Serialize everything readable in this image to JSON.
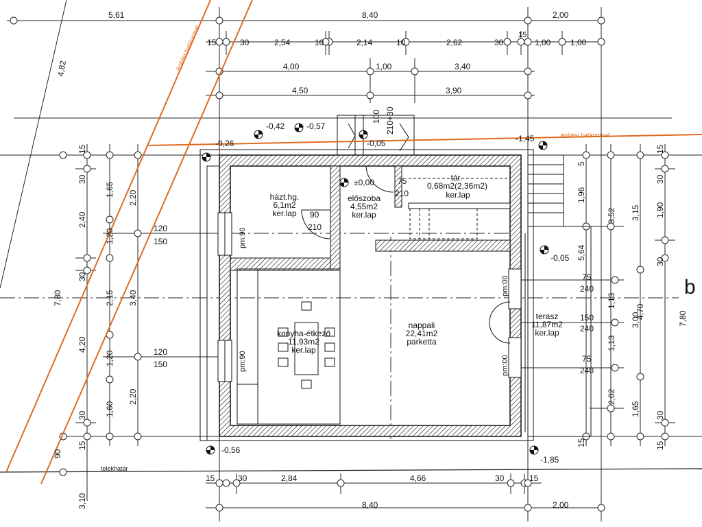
{
  "plan": {
    "top_row1": [
      "5,61",
      "8,40",
      "2,00"
    ],
    "top_row2": [
      "15",
      "30",
      "2,54",
      "10",
      "2,14",
      "10",
      "2,62",
      "30",
      "15",
      "1,00",
      "1,00"
    ],
    "top_row3": [
      "4,00",
      "1,00",
      "3,40"
    ],
    "top_row4": [
      "4,50",
      "3,90"
    ],
    "bottom_row1": [
      "15",
      "30",
      "2,84",
      "4,66",
      "30",
      "15"
    ],
    "bottom_row2": [
      "8,40",
      "2,00"
    ],
    "left_col1": [
      "15",
      "30",
      "2,40",
      "30",
      "4,20",
      "30",
      "15",
      "90",
      "3,10"
    ],
    "left_col2": [
      "1,65",
      "1,20",
      "2,15",
      "1,20",
      "1,60"
    ],
    "left_col3": [
      "2,20",
      "3,40",
      "2,20"
    ],
    "left_col4": [
      "7,80"
    ],
    "left_diag": "4,82",
    "right_col1": [
      "75",
      "240",
      "150",
      "240",
      "75",
      "240"
    ],
    "right_col2": [
      "5",
      "1,96",
      "5,64",
      "1,13",
      "1,13",
      "2,02",
      "15"
    ],
    "right_col3": [
      "3,52",
      "3,00",
      "4,70"
    ],
    "right_col4": [
      "3,15",
      "1,65"
    ],
    "right_col5": [
      "15",
      "30",
      "1,90",
      "30",
      "30",
      "15"
    ],
    "right_col6": [
      "7,80"
    ],
    "section_letter": "b",
    "levels": [
      "-0,42",
      "-0,57",
      "-0,26",
      "-0,05",
      "-1,45",
      "±0,00",
      "-0,05",
      "-0,56",
      "-1,85"
    ],
    "stair_dims": [
      "100",
      "210+30"
    ],
    "openings": {
      "w1": [
        "120",
        "150"
      ],
      "w2": [
        "120",
        "150"
      ],
      "d1": [
        "90",
        "210"
      ],
      "d2": [
        "75",
        "210"
      ],
      "pm_left1": "pm:90",
      "pm_left2": "pm:90",
      "pm_right1": "pm:00",
      "pm_right2": "pm:00"
    },
    "rooms": {
      "hazt": [
        "házt.hg.",
        "6,1m2",
        "ker.lap"
      ],
      "eloszoba": [
        "előszoba",
        "4,55m2",
        "ker.lap"
      ],
      "tar": [
        "tár.",
        "0,68m2(2,36m2)",
        "ker.lap"
      ],
      "konyha": [
        "konyha-étkező",
        "11,93m2",
        "ker.lap"
      ],
      "nappali": [
        "nappali",
        "22,41m2",
        "parketta"
      ],
      "terasz": [
        "terasz",
        "11,87m2",
        "ker.lap"
      ]
    },
    "labels": {
      "boundary1": "építési határvonal",
      "boundary2": "építési határvonal",
      "lot": "telekhatár"
    },
    "colors": {
      "boundary": "#e06a1e",
      "line": "#111111"
    }
  }
}
